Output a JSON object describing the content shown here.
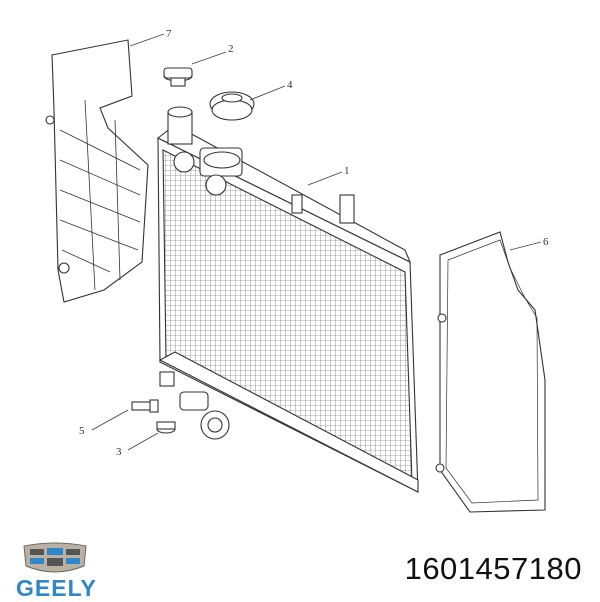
{
  "brand": {
    "name": "GEELY",
    "colors": {
      "blue": "#2f86c8",
      "chrome": "#b9b2a4"
    }
  },
  "part_number": "1601457180",
  "callouts": [
    "1",
    "2",
    "3",
    "4",
    "5",
    "6",
    "7"
  ]
}
